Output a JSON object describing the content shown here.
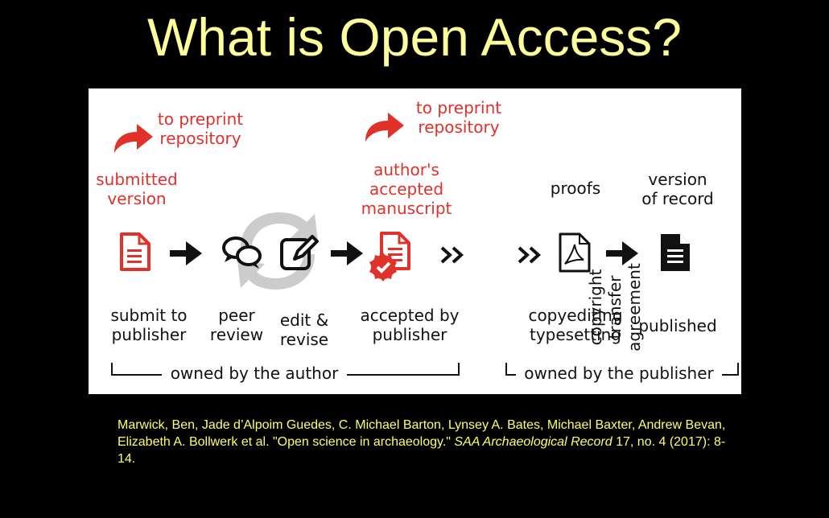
{
  "title": "What is Open Access?",
  "diagram": {
    "preprint_1": [
      "to preprint",
      "repository"
    ],
    "preprint_2": [
      "to preprint",
      "repository"
    ],
    "submitted_version": [
      "submitted",
      "version"
    ],
    "accepted_manuscript": [
      "author's",
      "accepted",
      "manuscript"
    ],
    "copyright": [
      "copyright transfer",
      "agreement"
    ],
    "proofs": "proofs",
    "version_of_record": [
      "version",
      "of record"
    ],
    "steps": {
      "submit": [
        "submit to",
        "publisher"
      ],
      "peer_review": [
        "peer",
        "review"
      ],
      "edit": [
        "edit &",
        "revise"
      ],
      "accepted": [
        "accepted by",
        "publisher"
      ],
      "copyediting": [
        "copyediting",
        "typesetting"
      ],
      "published": "published"
    },
    "owned_author": "owned by the author",
    "owned_publisher": "owned by the publisher",
    "colors": {
      "accent": "#e0312a",
      "dark": "#111111",
      "cycle": "#cccccc"
    }
  },
  "citation": {
    "main": "Marwick, Ben, Jade d’Alpoim Guedes, C. Michael Barton, Lynsey A. Bates, Michael Baxter, Andrew Bevan, Elizabeth A. Bollwerk et al. \"Open science in archaeology.\" ",
    "journal": "SAA Archaeological Record",
    "rest": " 17, no. 4 (2017): 8-14."
  }
}
